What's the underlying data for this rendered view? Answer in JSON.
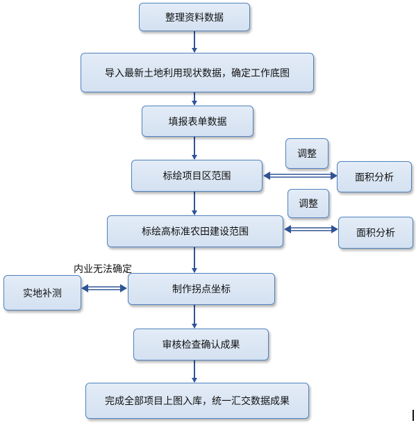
{
  "nodes": {
    "organize_data": "整理资料数据",
    "import_base_map": "导入最新土地利用现状数据，确定工作底图",
    "fill_forms": "填报表单数据",
    "draw_project_area": "标绘项目区范围",
    "adjust_1": "调整",
    "area_analysis_1": "面积分析",
    "draw_farmland_area": "标绘高标准农田建设范围",
    "adjust_2": "调整",
    "area_analysis_2": "面积分析",
    "field_survey": "实地补测",
    "make_corner_coords": "制作拐点坐标",
    "review_confirm": "审核检查确认成果",
    "complete_upload": "完成全部项目上图入库，统一汇交数据成果"
  },
  "labels": {
    "office_undetermined": "内业无法确定"
  },
  "colors": {
    "node_fill": "#dbe5f1",
    "node_border": "#4f81bd",
    "connector": "#2f5496"
  }
}
